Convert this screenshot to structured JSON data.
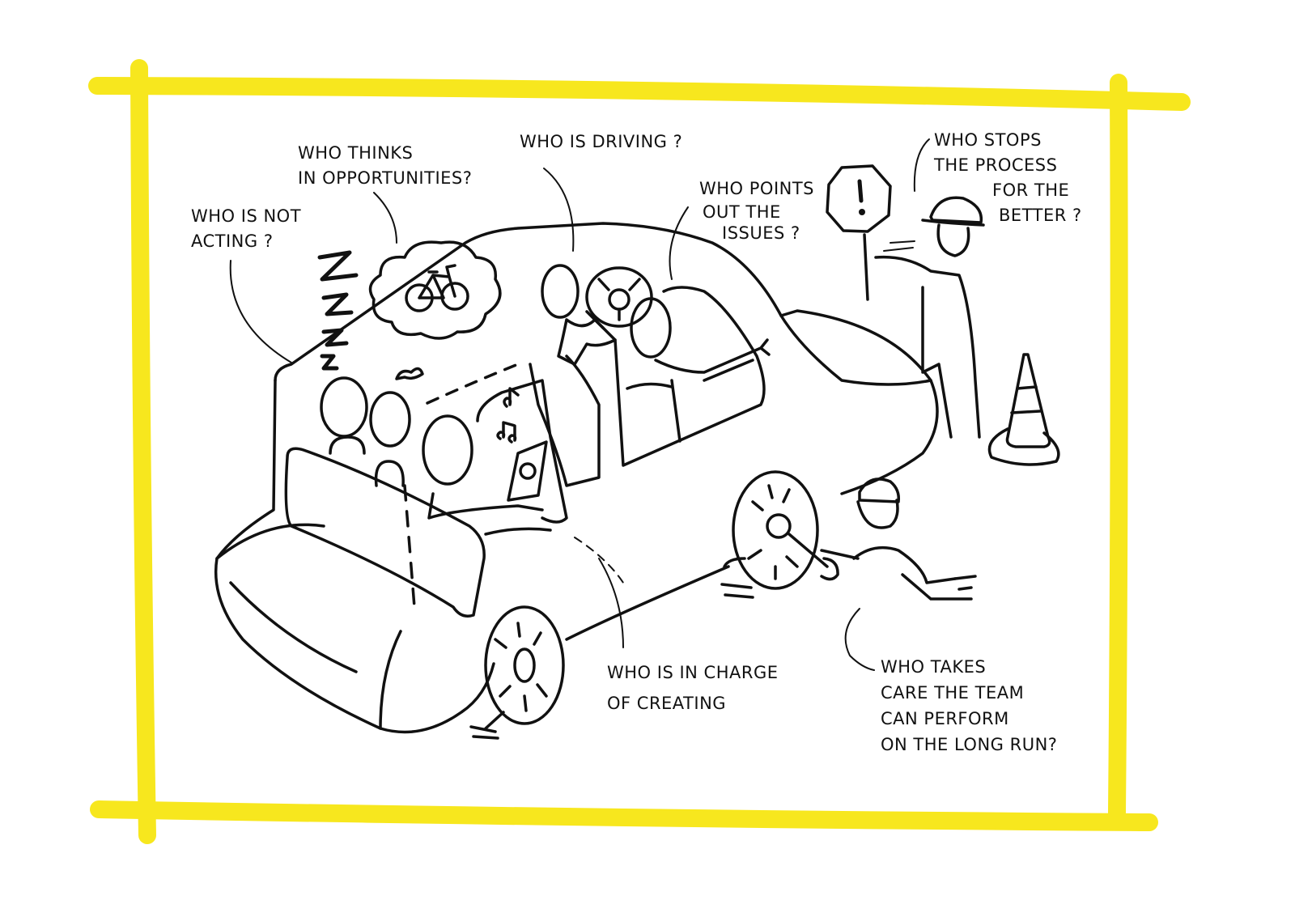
{
  "colors": {
    "frame": "#f7e71e",
    "ink": "#111111",
    "background": "#ffffff"
  },
  "labels": {
    "not_acting": [
      "WHO IS NOT",
      "ACTING ?"
    ],
    "opportunities": [
      "WHO THINKS",
      "IN OPPORTUNITIES?"
    ],
    "driving": [
      "WHO IS DRIVING ?"
    ],
    "points_issues": [
      "WHO POINTS",
      "OUT THE",
      "ISSUES ?"
    ],
    "stops_process": [
      "WHO STOPS",
      "THE PROCESS",
      "FOR THE",
      "BETTER ?"
    ],
    "creating": [
      "WHO IS IN CHARGE",
      "OF CREATING"
    ],
    "takes_care": [
      "WHO TAKES",
      "CARE THE TEAM",
      "CAN PERFORM",
      "ON THE LONG RUN?"
    ]
  },
  "icons": [
    "yellow-frame",
    "car",
    "sleeping-z-icon",
    "bicycle-icon",
    "music-note-icon",
    "phone-icon",
    "steering-wheel-icon",
    "warning-sign-icon",
    "traffic-cone-icon",
    "hard-hat-icon",
    "wrench-icon",
    "wheel-icon"
  ]
}
